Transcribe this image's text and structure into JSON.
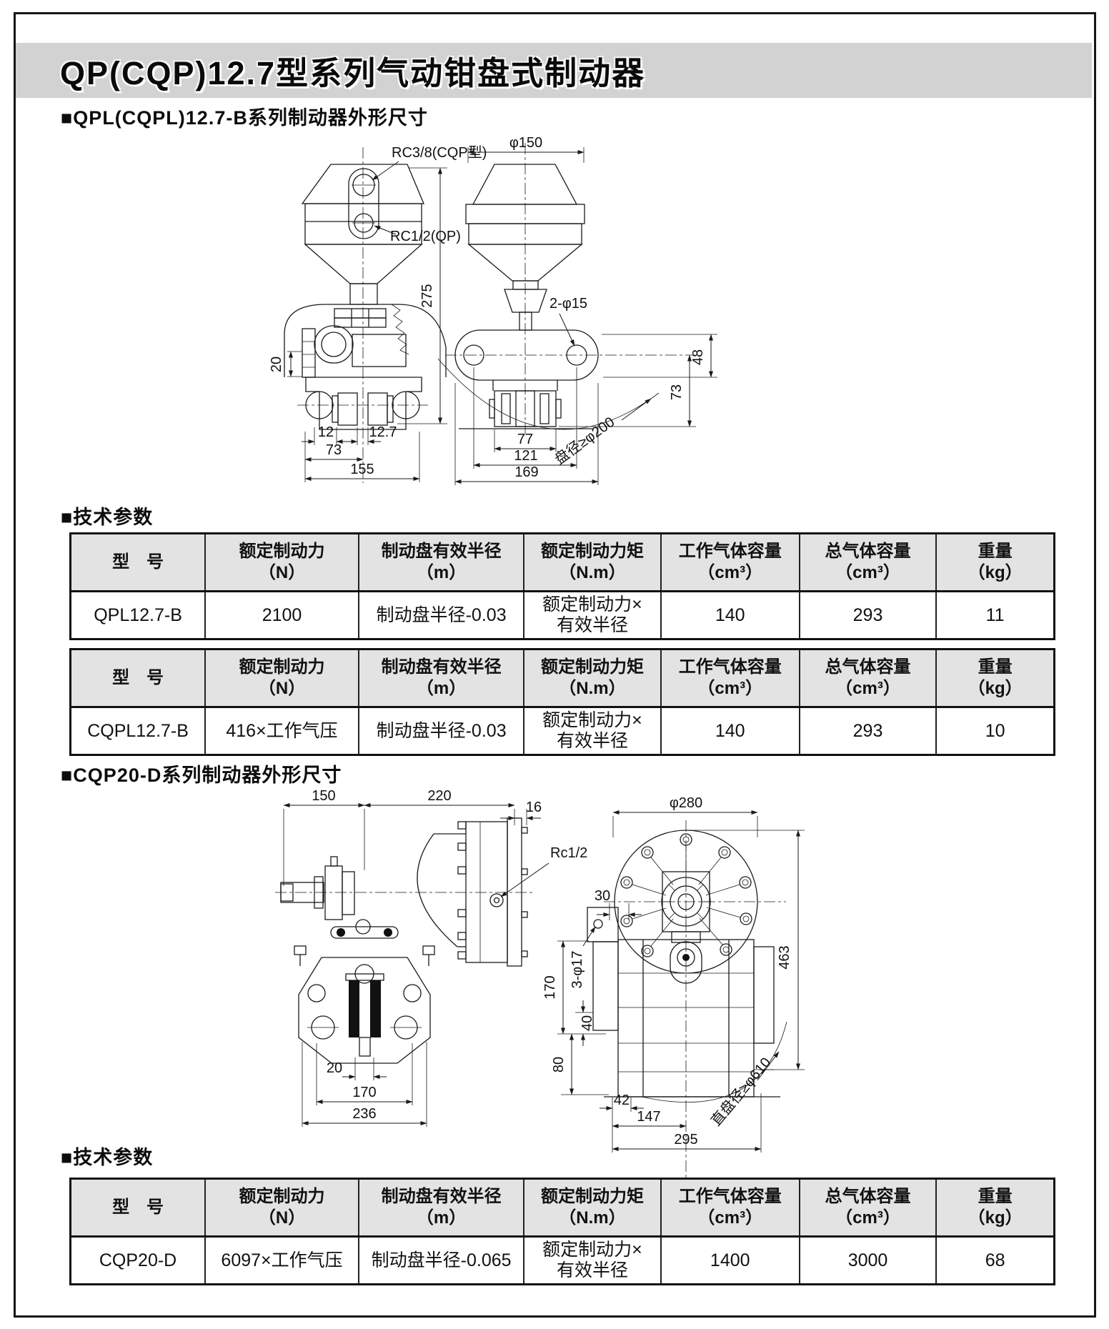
{
  "page": {
    "title": "QP(CQP)12.7型系列气动钳盘式制动器"
  },
  "headings": {
    "section1": "■QPL(CQPL)12.7-B系列制动器外形尺寸",
    "params": "■技术参数",
    "section2": "■CQP20-D系列制动器外形尺寸"
  },
  "drawing1": {
    "left": {
      "rc38": "RC3/8(CQP型)",
      "rc12": "RC1/2(QP)",
      "h275": "275",
      "v20": "20",
      "b12": "12",
      "b127": "12.7",
      "b73": "73",
      "b155": "155"
    },
    "right": {
      "phi150": "φ150",
      "bolt": "2-φ15",
      "v48": "48",
      "v73": "73",
      "b77": "77",
      "b121": "121",
      "b169": "169",
      "note": "盘径≥φ200"
    }
  },
  "drawing2": {
    "left": {
      "t150": "150",
      "t220": "220",
      "t16": "16",
      "rc12": "Rc1/2",
      "b20": "20",
      "b170": "170",
      "b236": "236"
    },
    "right": {
      "phi280": "φ280",
      "t30": "30",
      "holes": "3-φ17",
      "v170": "170",
      "v40": "40",
      "v80": "80",
      "v463": "463",
      "b42": "42",
      "b147": "147",
      "b295": "295",
      "note": "直盘径≥φ610"
    }
  },
  "spec_headers": [
    "型　号",
    "额定制动力\n（N）",
    "制动盘有效半径\n（m）",
    "额定制动力矩\n（N.m）",
    "工作气体容量\n（cm³）",
    "总气体容量\n（cm³）",
    "重量\n（kg）"
  ],
  "tables": [
    {
      "row": [
        "QPL12.7-B",
        "2100",
        "制动盘半径-0.03",
        "额定制动力×\n有效半径",
        "140",
        "293",
        "11"
      ]
    },
    {
      "row": [
        "CQPL12.7-B",
        "416×工作气压",
        "制动盘半径-0.03",
        "额定制动力×\n有效半径",
        "140",
        "293",
        "10"
      ]
    },
    {
      "row": [
        "CQP20-D",
        "6097×工作气压",
        "制动盘半径-0.065",
        "额定制动力×\n有效半径",
        "1400",
        "3000",
        "68"
      ]
    }
  ]
}
